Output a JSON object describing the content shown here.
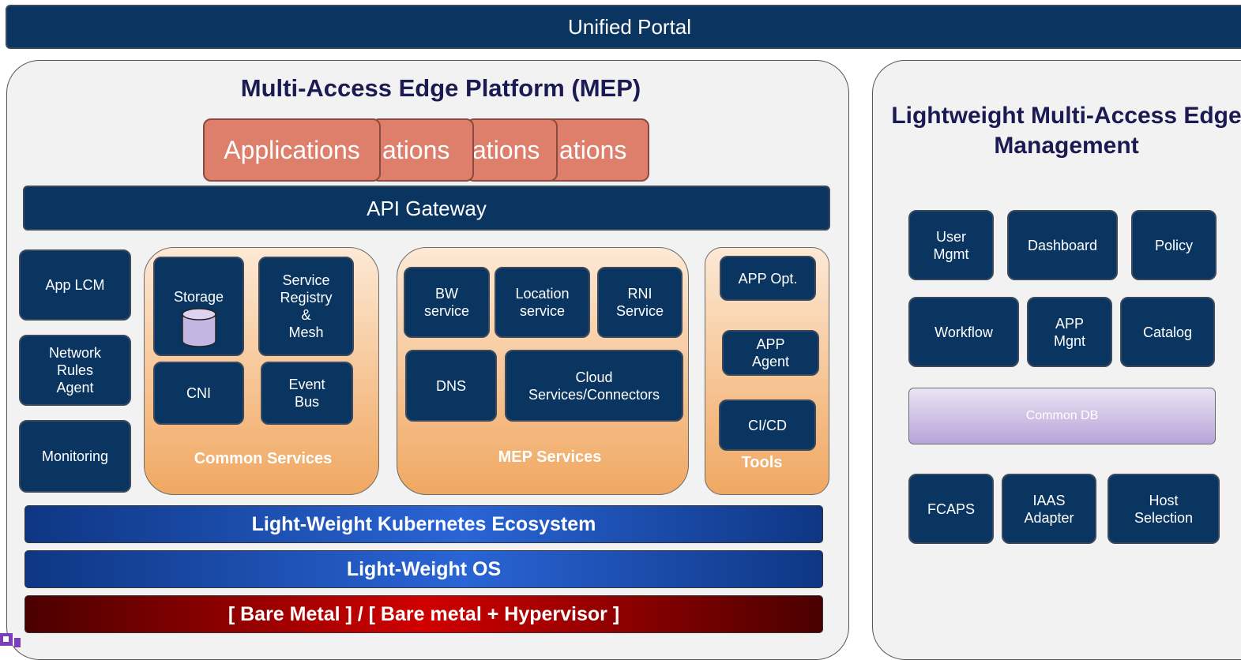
{
  "portal": {
    "title": "Unified Portal"
  },
  "mep": {
    "title": "Multi-Access Edge Platform (MEP)",
    "applications": [
      "Applications",
      "ations",
      "ations",
      "ations"
    ],
    "api_gateway": "API Gateway",
    "left_column": [
      "App LCM",
      "Network\nRules\nAgent",
      "Monitoring"
    ],
    "common_services": {
      "label": "Common Services",
      "storage": "Storage",
      "service_registry": "Service\nRegistry\n&\nMesh",
      "cni": "CNI",
      "event_bus": "Event\nBus"
    },
    "mep_services": {
      "label": "MEP Services",
      "bw": "BW\nservice",
      "location": "Location\nservice",
      "rni": "RNI\nService",
      "dns": "DNS",
      "cloud": "Cloud\nServices/Connectors"
    },
    "tools": {
      "label": "Tools",
      "app_opt": "APP Opt.",
      "app_agent": "APP\nAgent",
      "cicd": "CI/CD"
    },
    "layers": {
      "kubernetes": "Light-Weight Kubernetes Ecosystem",
      "os": "Light-Weight OS",
      "bare_metal": "[ Bare Metal ] / [ Bare metal + Hypervisor ]"
    }
  },
  "mgmt": {
    "title": "Lightweight Multi-Access Edge\nManagement",
    "row1": [
      "User\nMgmt",
      "Dashboard",
      "Policy"
    ],
    "row2": [
      "Workflow",
      "APP\nMgnt",
      "Catalog"
    ],
    "common_db": "Common DB",
    "row3": [
      "FCAPS",
      "IAAS\nAdapter",
      "Host\nSelection"
    ]
  },
  "colors": {
    "navy": "#0a3561",
    "application": "#de7f6c",
    "layer_blue": "#2a64d6",
    "bare_metal_red": "#d00000",
    "common_db_purple": "#b8a4d8",
    "title_text": "#1c1a52"
  }
}
